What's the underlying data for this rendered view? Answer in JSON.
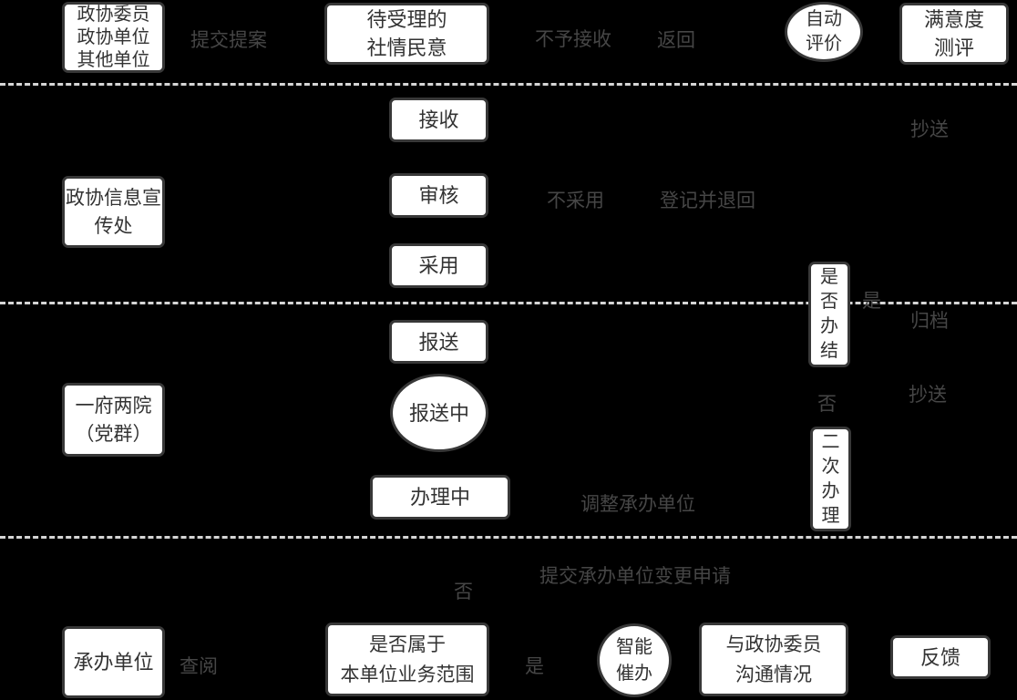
{
  "diagram": {
    "type": "swimlane-flowchart",
    "palette": {
      "background": "#000000",
      "node_fill": "#ffffff",
      "node_border": "#383838",
      "node_text": "#333333",
      "edge_label_text": "#464646",
      "lane_divider": "#d5d5d5"
    }
  },
  "lanes": [
    {
      "actor": "政协委员\n政协单位\n其他单位"
    },
    {
      "actor": "政协信息宣\n传处"
    },
    {
      "actor": "一府两院\n（党群）"
    },
    {
      "actor": "承办单位"
    }
  ],
  "nodes": {
    "pending": "待受理的\n社情民意",
    "auto_eval": "自动\n评价",
    "satisfaction": "满意度\n测评",
    "receive": "接收",
    "review": "审核",
    "adopt": "采用",
    "is_finished": "是\n否\n办\n结",
    "report": "报送",
    "reporting": "报送中",
    "handling": "办理中",
    "second_handling": "二\n次\n办\n理",
    "scope_check": "是否属于\n本单位业务范围",
    "smart_urge": "智能\n催办",
    "communication": "与政协委员\n沟通情况",
    "feedback": "反馈"
  },
  "edge_labels": {
    "submit_proposal": "提交提案",
    "not_accept": "不予接收",
    "return_back": "返回",
    "copy_send_top": "抄送",
    "not_adopt": "不采用",
    "register_and_return": "登记并退回",
    "yes_finished": "是",
    "archive": "归档",
    "no_finished": "否",
    "copy_send_mid": "抄送",
    "adjust_unit": "调整承办单位",
    "submit_unit_change": "提交承办单位变更申请",
    "no_scope": "否",
    "view": "查阅",
    "yes_scope": "是"
  }
}
